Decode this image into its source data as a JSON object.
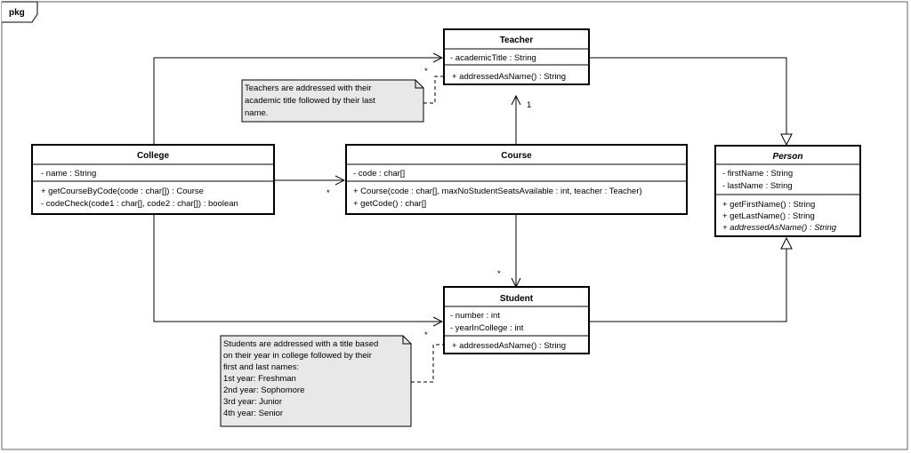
{
  "package": {
    "label": "pkg"
  },
  "classes": {
    "teacher": {
      "name": "Teacher",
      "attributes": [
        "- academicTitle : String"
      ],
      "operations": [
        "+ addressedAsName() : String"
      ]
    },
    "college": {
      "name": "College",
      "attributes": [
        "- name : String"
      ],
      "operations": [
        "+ getCourseByCode(code : char[]) : Course",
        "- codeCheck(code1 : char[], code2 : char[]) : boolean"
      ]
    },
    "course": {
      "name": "Course",
      "attributes": [
        "- code : char[]"
      ],
      "operations": [
        "+ Course(code : char[], maxNoStudentSeatsAvailable : int, teacher : Teacher)",
        "+ getCode() : char[]"
      ]
    },
    "person": {
      "name": "Person",
      "abstract": true,
      "attributes": [
        "- firstName : String",
        "- lastName : String"
      ],
      "operations": [
        "+ getFirstName() : String",
        "+ getLastName() : String",
        "+ addressedAsName() : String"
      ],
      "abstract_operations": [
        false,
        false,
        true
      ]
    },
    "student": {
      "name": "Student",
      "attributes": [
        "- number : int",
        "- yearInCollege : int"
      ],
      "operations": [
        "+ addressedAsName() : String"
      ]
    }
  },
  "notes": {
    "teacher_note": [
      "Teachers are addressed with their",
      "academic title followed by their last",
      "name."
    ],
    "student_note": [
      "Students are addressed with a title based",
      "on their year in college followed by their",
      "first and last names:",
      "1st year: Freshman",
      "2nd year: Sophomore",
      "3rd year: Junior",
      "4th year: Senior"
    ]
  },
  "multiplicities": {
    "college_teacher": "*",
    "course_teacher": "1",
    "college_course": "*",
    "course_student": "*",
    "college_student": "*"
  },
  "colors": {
    "line": "#000000",
    "note_fill": "#e8e8e8",
    "box_fill": "#ffffff"
  }
}
